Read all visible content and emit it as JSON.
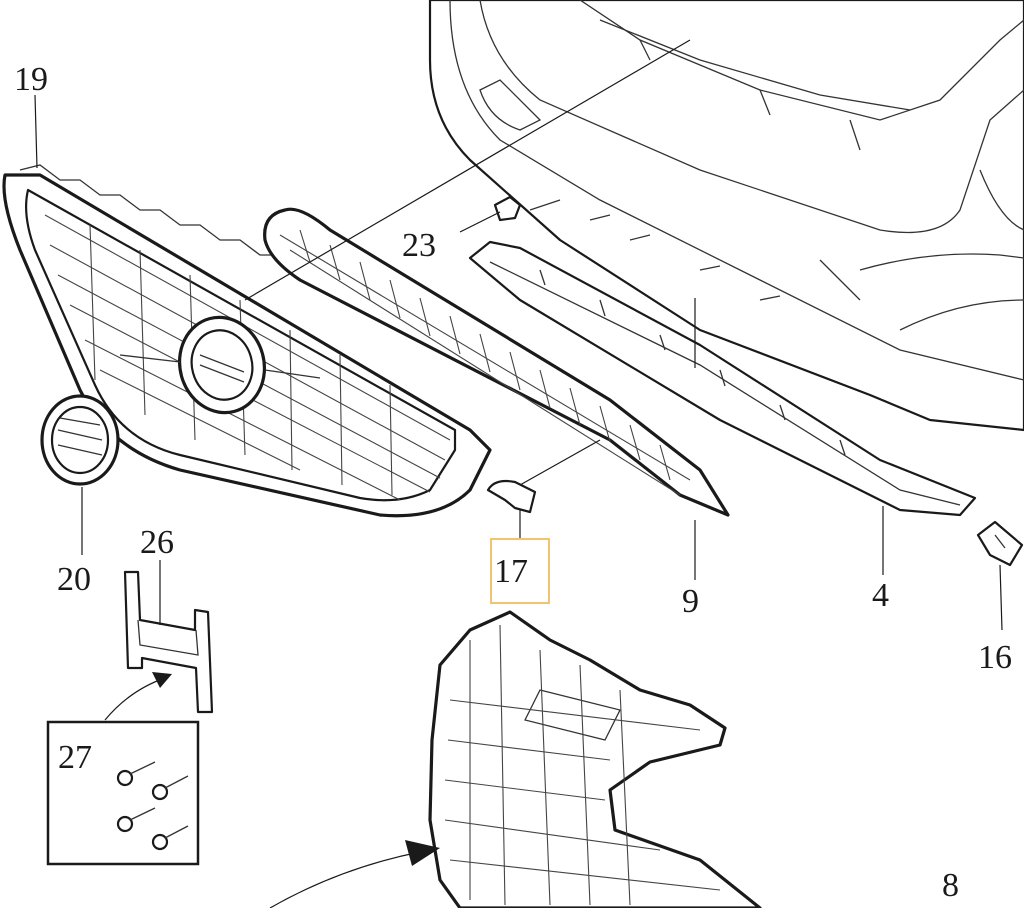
{
  "callouts": {
    "n19": "19",
    "n23": "23",
    "n26": "26",
    "n20": "20",
    "n17": "17",
    "n9": "9",
    "n4": "4",
    "n16": "16",
    "n27": "27",
    "n8": "8"
  },
  "colors": {
    "line": "#1a1a1a",
    "highlight": "#f2c46b",
    "background": "#ffffff"
  }
}
